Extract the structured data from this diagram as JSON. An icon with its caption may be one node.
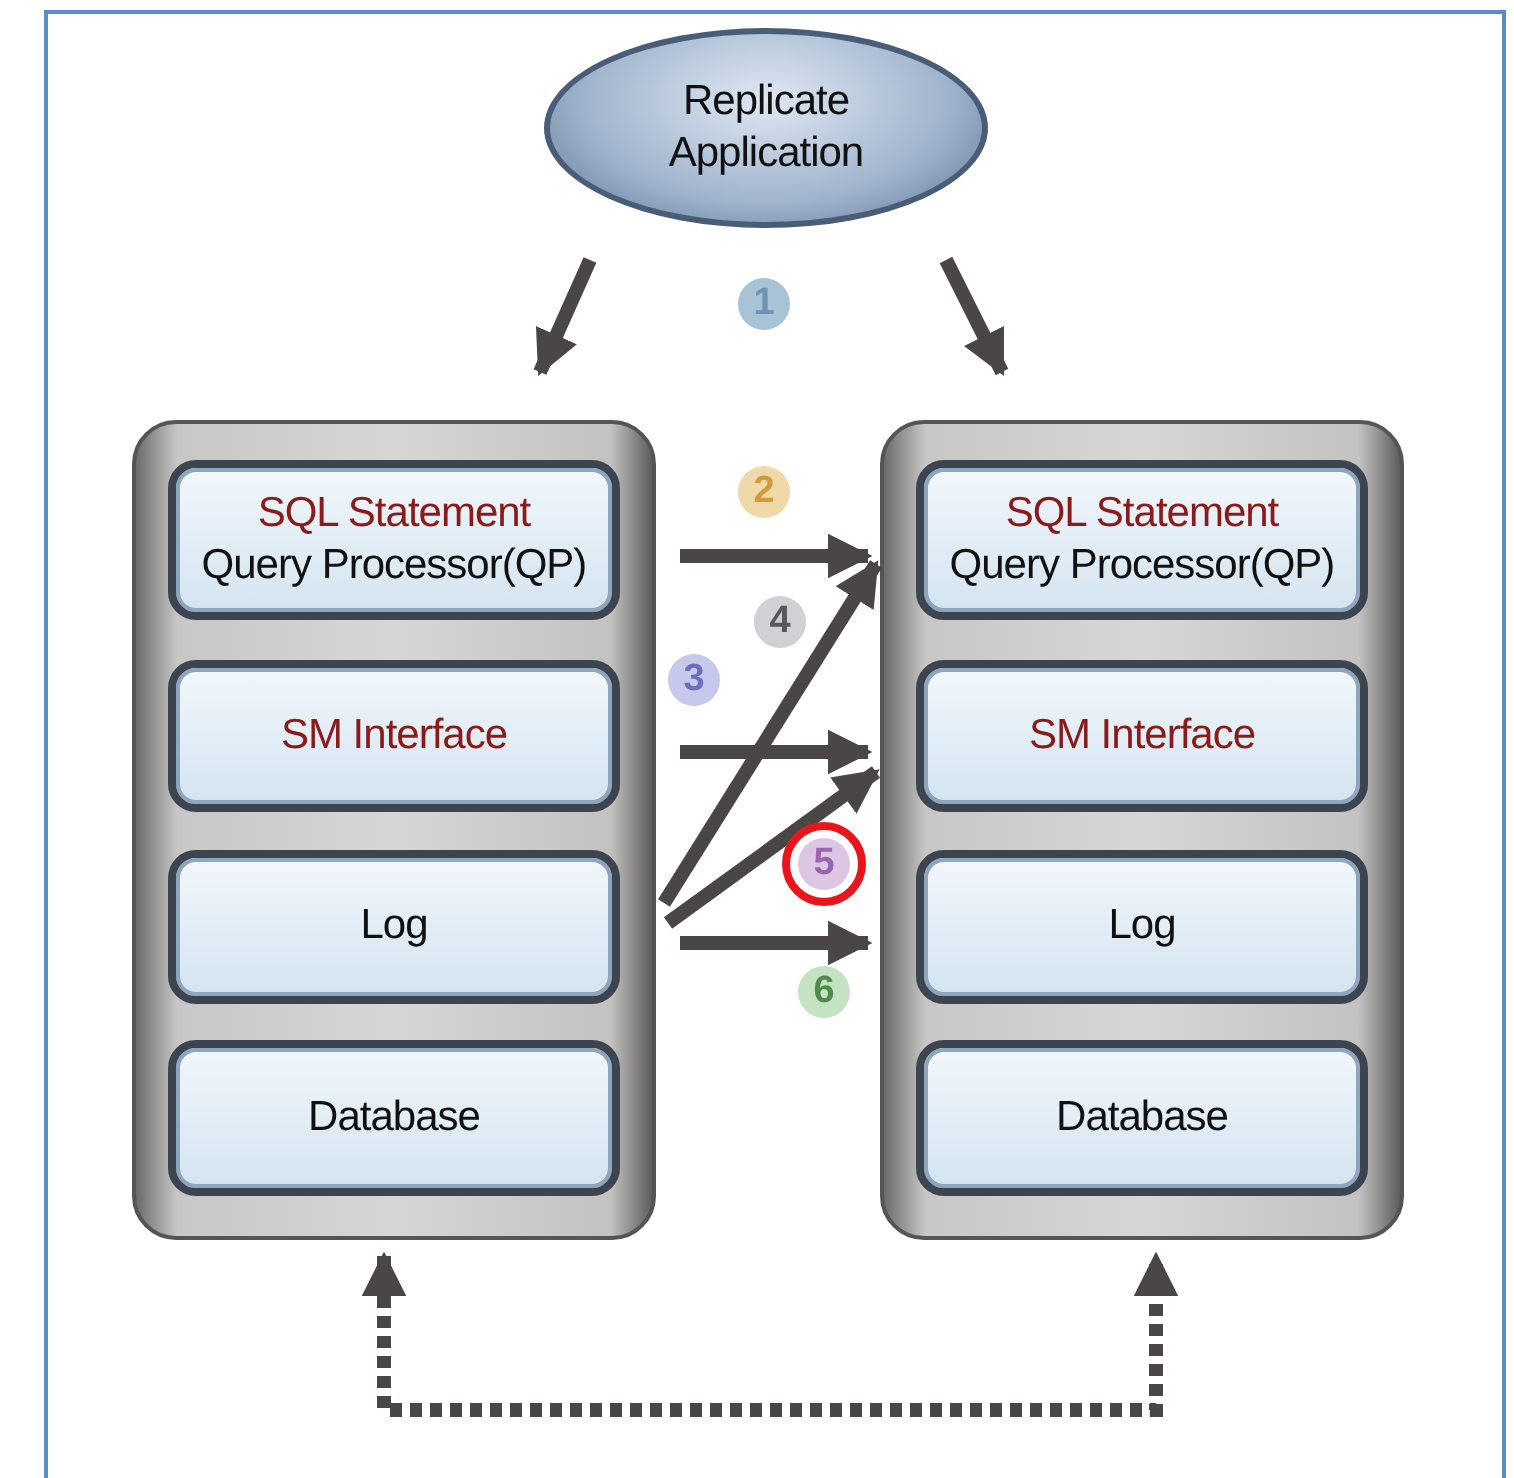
{
  "diagram": {
    "nodes": [
      {
        "text": [
          "Replicate Application"
        ]
      },
      {
        "text": [],
        "shape": "box"
      },
      {
        "text": [
          "SQL Statement",
          "Query Processor(QP)"
        ],
        "in": 1
      },
      {
        "text": [
          "SM Interface"
        ],
        "in": 1
      },
      {
        "text": [
          "Log"
        ],
        "in": 1
      },
      {
        "text": [
          "Database"
        ],
        "in": 1
      },
      {
        "text": [],
        "shape": "box"
      },
      {
        "text": [
          "SQL Statement",
          "Query Processor(QP)"
        ],
        "in": 6
      },
      {
        "text": [
          "SM Interface"
        ],
        "in": 6
      },
      {
        "text": [
          "Log"
        ],
        "in": 6
      },
      {
        "text": [
          "Database"
        ],
        "in": 6
      }
    ],
    "edges": [
      {
        "from": 0,
        "to": 1,
        "arrow": "to"
      },
      {
        "from": 0,
        "to": 6,
        "arrow": "to"
      },
      {
        "from": 2,
        "to": 7,
        "arrow": "to"
      },
      {
        "from": 3,
        "to": 8,
        "arrow": "to"
      },
      {
        "from": 4,
        "to": 7,
        "arrow": "to"
      },
      {
        "from": 4,
        "to": 8,
        "arrow": "to"
      },
      {
        "from": 4,
        "to": 9,
        "arrow": "to"
      },
      {
        "from": 1,
        "to": 6,
        "arrow": "both",
        "style": "dashed"
      }
    ],
    "labels": [
      "1",
      "2",
      "4",
      "3",
      "5",
      "6"
    ]
  }
}
